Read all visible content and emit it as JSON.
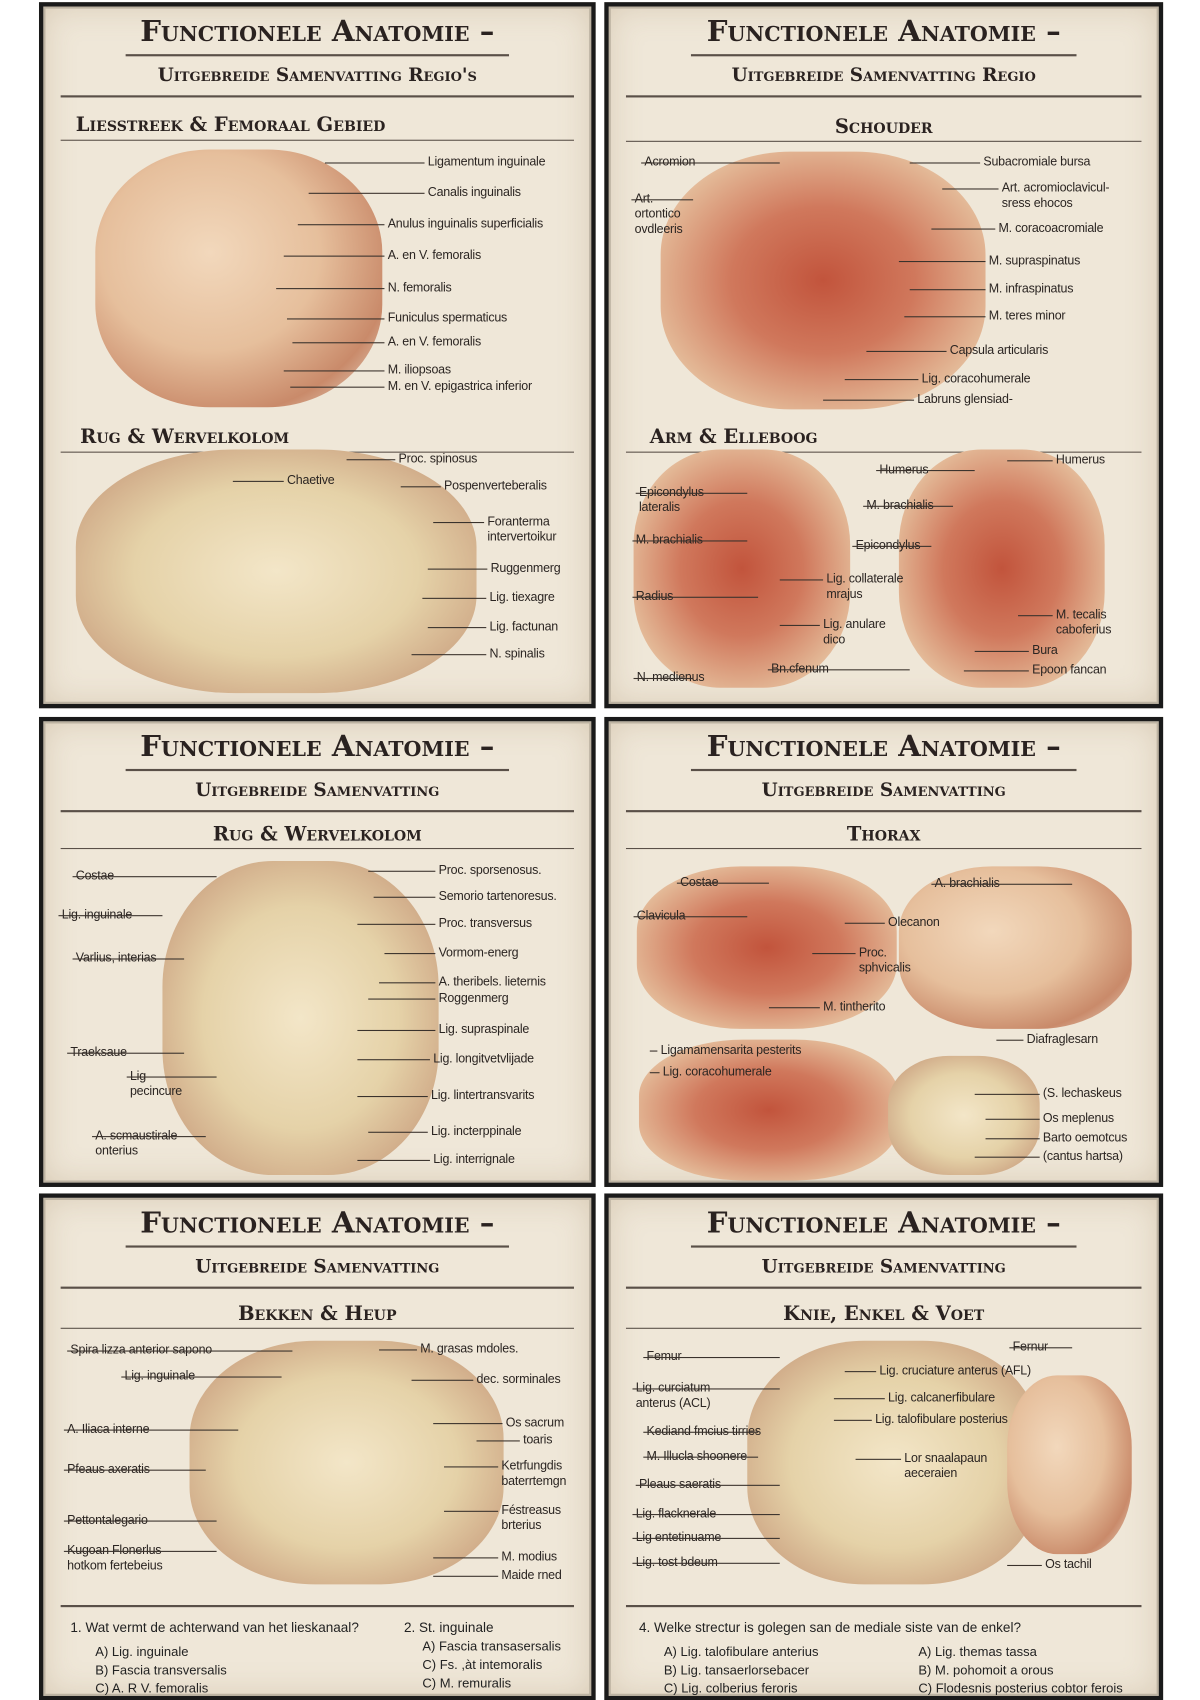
{
  "panels": [
    {
      "title": "Functionele Anatomie –",
      "subtitle": "Uitgebreide Samenvatting Regio's",
      "sections": [
        {
          "heading": "Liesstreek & Femoraal Gebied",
          "labels": [
            "Ligamentum inguinale",
            "Canalis inguinalis",
            "Anulus inguinalis superficialis",
            "A. en V. femoralis",
            "N. femoralis",
            "Funiculus spermaticus",
            "A. en V. femoralis",
            "M. iliopsoas",
            "M. en V. epigastrica inferior"
          ]
        },
        {
          "heading": "Rug & Wervelkolom",
          "labels": [
            "Proc. spinosus",
            "Chaetive",
            "Pospenverteberalis",
            "Foranterma\nintervertoikur",
            "Ruggenmerg",
            "Lig. tiexagre",
            "Lig. factunan",
            "N. spinalis"
          ]
        }
      ]
    },
    {
      "title": "Functionele Anatomie –",
      "subtitle": "Uitgebreide Samenvatting Regio",
      "sections": [
        {
          "heading": "Schouder",
          "labels": [
            "Acromion",
            "Art.\nortontico\novdleeris",
            "Subacromiale bursa",
            "Art. acromioclavicul-\nsress ehocos",
            "M. coracoacromiale",
            "M. supraspinatus",
            "M. infraspinatus",
            "M. teres minor",
            "Capsula articularis",
            "Lig. coracohumerale",
            "Labruns glensiad-"
          ]
        },
        {
          "heading": "Arm & Elleboog",
          "labels": [
            "Epicondylus\nlateralis",
            "M. brachialis",
            "Radius",
            "N. medienus",
            "Bn.cfenum",
            "Lig. collaterale\nmrajus",
            "Lig. anulare\ndico",
            "Humerus",
            "M. brachialis",
            "Epicondylus",
            "Humerus",
            "M. tecalis\ncaboferius",
            "Bura",
            "Epoon fancan"
          ]
        }
      ]
    },
    {
      "title": "Functionele Anatomie –",
      "subtitle": "Uitgebreide Samenvatting",
      "sections": [
        {
          "heading": "Rug & Wervelkolom",
          "labels": [
            "Costae",
            "Lig. inguinale",
            "Varlius, interias",
            "Traeksaue",
            "Lig\npecincure",
            "A. scmaustirale\nonterius",
            "Proc. sporsenosus.",
            "Semorio tartenoresus.",
            "Proc. transversus",
            "Vormom-energ",
            "A. theribels. lieternis",
            "Roggenmerg",
            "Lig. supraspinale",
            "Lig. longitvetvlijade",
            "Lig. lintertransvarits",
            "Lig. incterppinale",
            "Lig. interrignale"
          ]
        }
      ]
    },
    {
      "title": "Functionele Anatomie –",
      "subtitle": "Uitgebreide Samenvatting",
      "sections": [
        {
          "heading": "Thorax",
          "labels": [
            "Costae",
            "Clavicula",
            "Olecanon",
            "Proc.\nsphvicalis",
            "M. tintherito",
            "A. brachialis",
            "Diafraglesarn",
            "Ligamamensarita pesterits",
            "Lig. coracohumerale",
            "(S. lechaskeus",
            "Os meplenus",
            "Barto oemotcus",
            "(cantus hartsa)"
          ]
        }
      ]
    },
    {
      "title": "Functionele Anatomie –",
      "subtitle": "Uitgebreide Samenvatting",
      "sections": [
        {
          "heading": "Bekken & Heup",
          "labels": [
            "Spira lizza anterior sapono",
            "Lig. inguinale",
            "A. Iliaca interne",
            "Pfeaus axeratis",
            "Pettontalegario",
            "Kugoan Flonerlus\nhotkom fertebeius",
            "M. grasas mdoles.",
            "dec. sorminales",
            "Os sacrum",
            "toaris",
            "Ketrfungdis\nbaterrtemgn",
            "Féstreasus\nbrterius",
            "M. modius",
            "Maide rned"
          ]
        }
      ],
      "questions": [
        {
          "q": "1. Wat vermt de achterwand van het lieskanaal?",
          "options": [
            "A) Lig. inguinale",
            "B) Fascia transversalis",
            "C) A. R V. femoralis"
          ]
        },
        {
          "q": "2. St. inguinale",
          "options": [
            "A) Fascia transasersalis",
            "C) Fs. ,àt intemoralis",
            "C) M. remuralis"
          ]
        }
      ]
    },
    {
      "title": "Functionele Anatomie –",
      "subtitle": "Uitgebreide Samenvatting",
      "sections": [
        {
          "heading": "Knie, Enkel & Voet",
          "labels": [
            "Femur",
            "Lig. curciatum\nanterus (ACL)",
            "Kediand fmcius tirries",
            "M. Illucla shoonere",
            "Pleaus saeratis",
            "Lig. flacknerale",
            "Lig entetinuame",
            "Lig. tost bdeum",
            "Fernur",
            "Lig. cruciature anterus (AFL)",
            "Lig. calcanerfibulare",
            "Lig. talofibulare posterius",
            "Lor snaalapaun\naeceraien",
            "Os tachil"
          ]
        }
      ],
      "questions": [
        {
          "q": "4. Welke strectur is golegen san de mediale siste van de enkel?",
          "options": [
            "A) Lig. talofibulare anterius",
            "B) Lig. tansaerlorsebacer",
            "C) Lig. colberius feroris"
          ]
        },
        {
          "q": "",
          "options": [
            "A) Lig. themas tassa",
            "B) M. pohomoit a orous",
            "C) Flodesnis posterius cobtor ferois"
          ]
        }
      ]
    }
  ]
}
